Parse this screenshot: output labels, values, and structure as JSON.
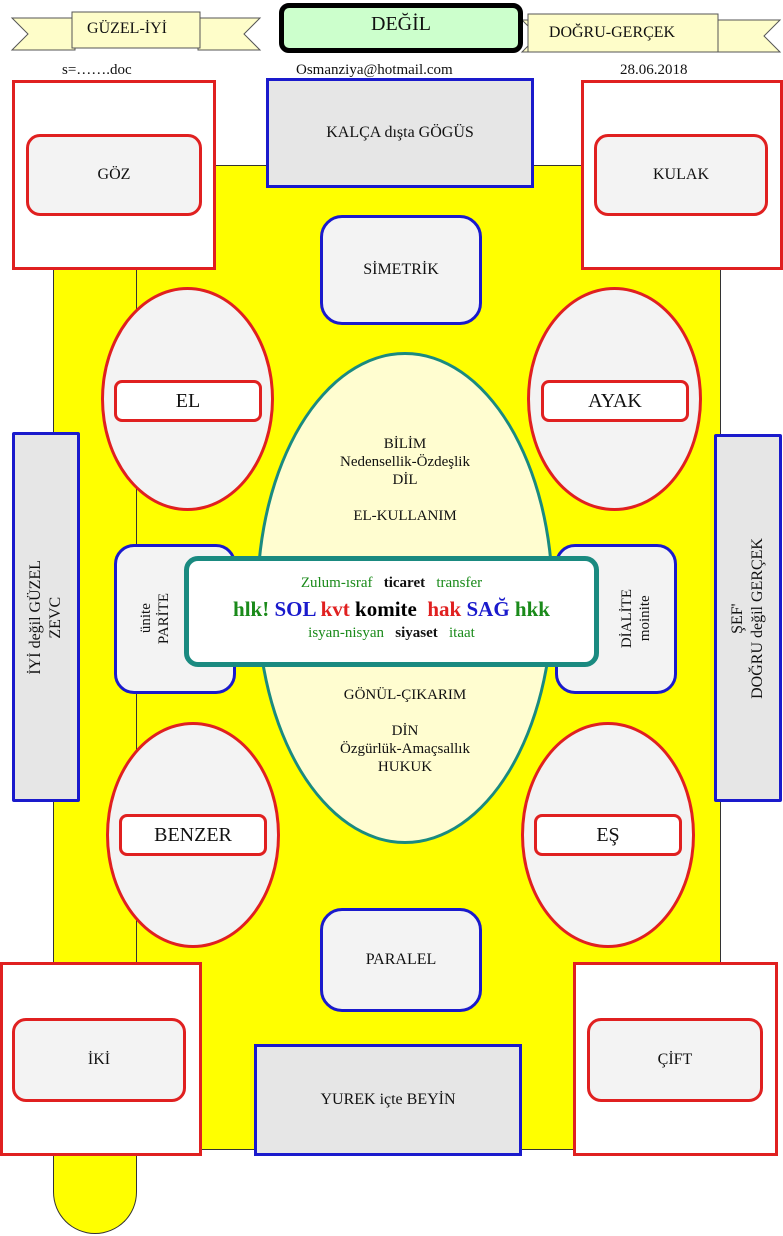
{
  "header": {
    "left_ribbon": "GÜZEL-İYİ",
    "center_title": "DEĞİL",
    "right_ribbon": "DOĞRU-GERÇEK",
    "sub_left": "s=…….doc",
    "sub_center": "Osmanziya@hotmail.com",
    "sub_right": "28.06.2018"
  },
  "boxes": {
    "top_left": "GÖZ",
    "top_right": "KULAK",
    "top_center": "KALÇA dışta GÖGÜS",
    "simetrik": "SİMETRİK",
    "paralel": "PARALEL",
    "bottom_left": "İKİ",
    "bottom_right": "ÇİFT",
    "bottom_center": "YUREK  içte  BEYİN"
  },
  "ellipses": {
    "el": "EL",
    "ayak": "AYAK",
    "benzer": "BENZER",
    "es": "EŞ"
  },
  "center_ellipse": {
    "top_lines": [
      "BİLİM",
      "Nedensellik-Özdeşlik",
      "DİL",
      "",
      "EL-KULLANIM"
    ],
    "bottom_lines": [
      "GÖNÜL-ÇIKARIM",
      "",
      "DİN",
      "Özgürlük-Amaçsallık",
      "HUKUK"
    ]
  },
  "center_box": {
    "row1": [
      "Zulum-ısraf",
      "ticaret",
      "transfer"
    ],
    "row2": [
      "hlk!",
      "SOL",
      "kvt",
      "komite",
      "hak",
      "SAĞ",
      "hkk"
    ],
    "row3": [
      "isyan-nisyan",
      "siyaset",
      "itaat"
    ]
  },
  "side": {
    "unite_l1": "ünite",
    "unite_l2": "PARİTE",
    "dialite_l1": "DİALİTE",
    "dialite_l2": "moinite",
    "left_l1": "İYİ  değil  GÜZEL",
    "left_l2": "ZEVC",
    "right_l1": "ŞEF'",
    "right_l2": "DOĞRU  değil  GERÇEK"
  },
  "colors": {
    "yellow": "#ffff00",
    "red": "#e02020",
    "blue": "#1a1acc",
    "teal": "#1a8a80",
    "green": "#1a8a1a"
  }
}
